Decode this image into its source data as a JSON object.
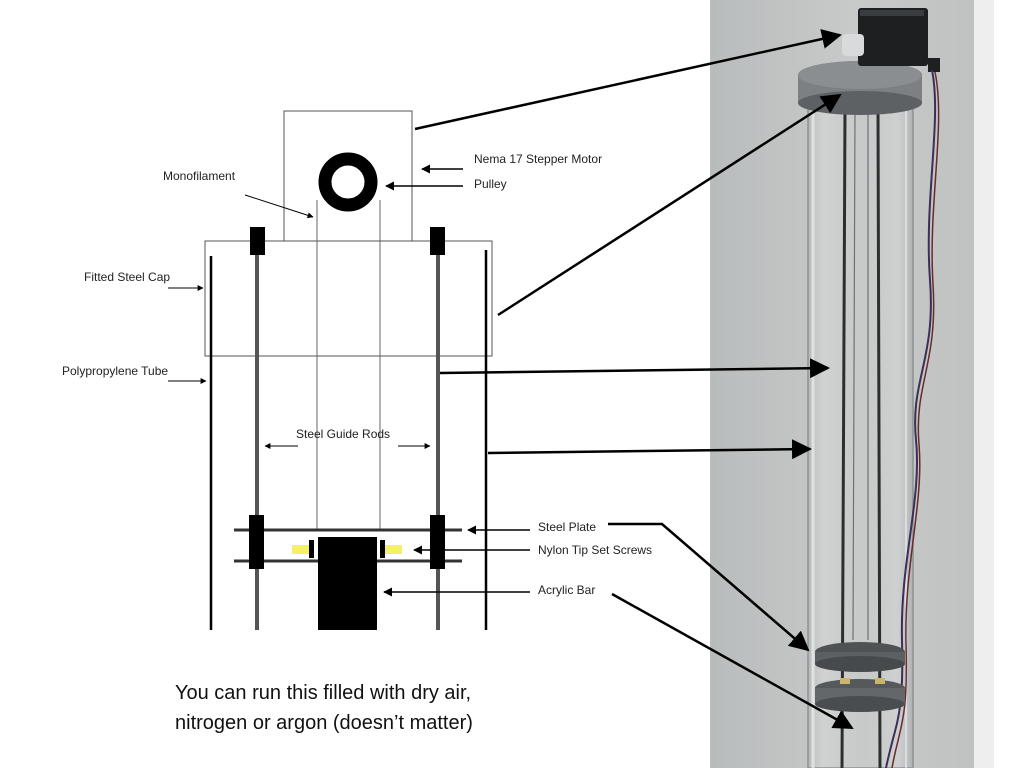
{
  "labels": {
    "monofilament": "Monofilament",
    "motor": "Nema 17 Stepper Motor",
    "pulley": "Pulley",
    "cap": "Fitted Steel Cap",
    "tube": "Polypropylene Tube",
    "rods": "Steel Guide Rods",
    "plate": "Steel Plate",
    "screws": "Nylon Tip Set Screws",
    "bar": "Acrylic Bar"
  },
  "caption": {
    "line1": "You can run this filled with dry air,",
    "line2": "nitrogen or argon (doesn’t matter)"
  },
  "colors": {
    "background": "#ffffff",
    "photo_wall": "#c4c6c6",
    "photo_edge": "#ededed",
    "set_screw": "#f4f06a",
    "ink": "#000000"
  }
}
